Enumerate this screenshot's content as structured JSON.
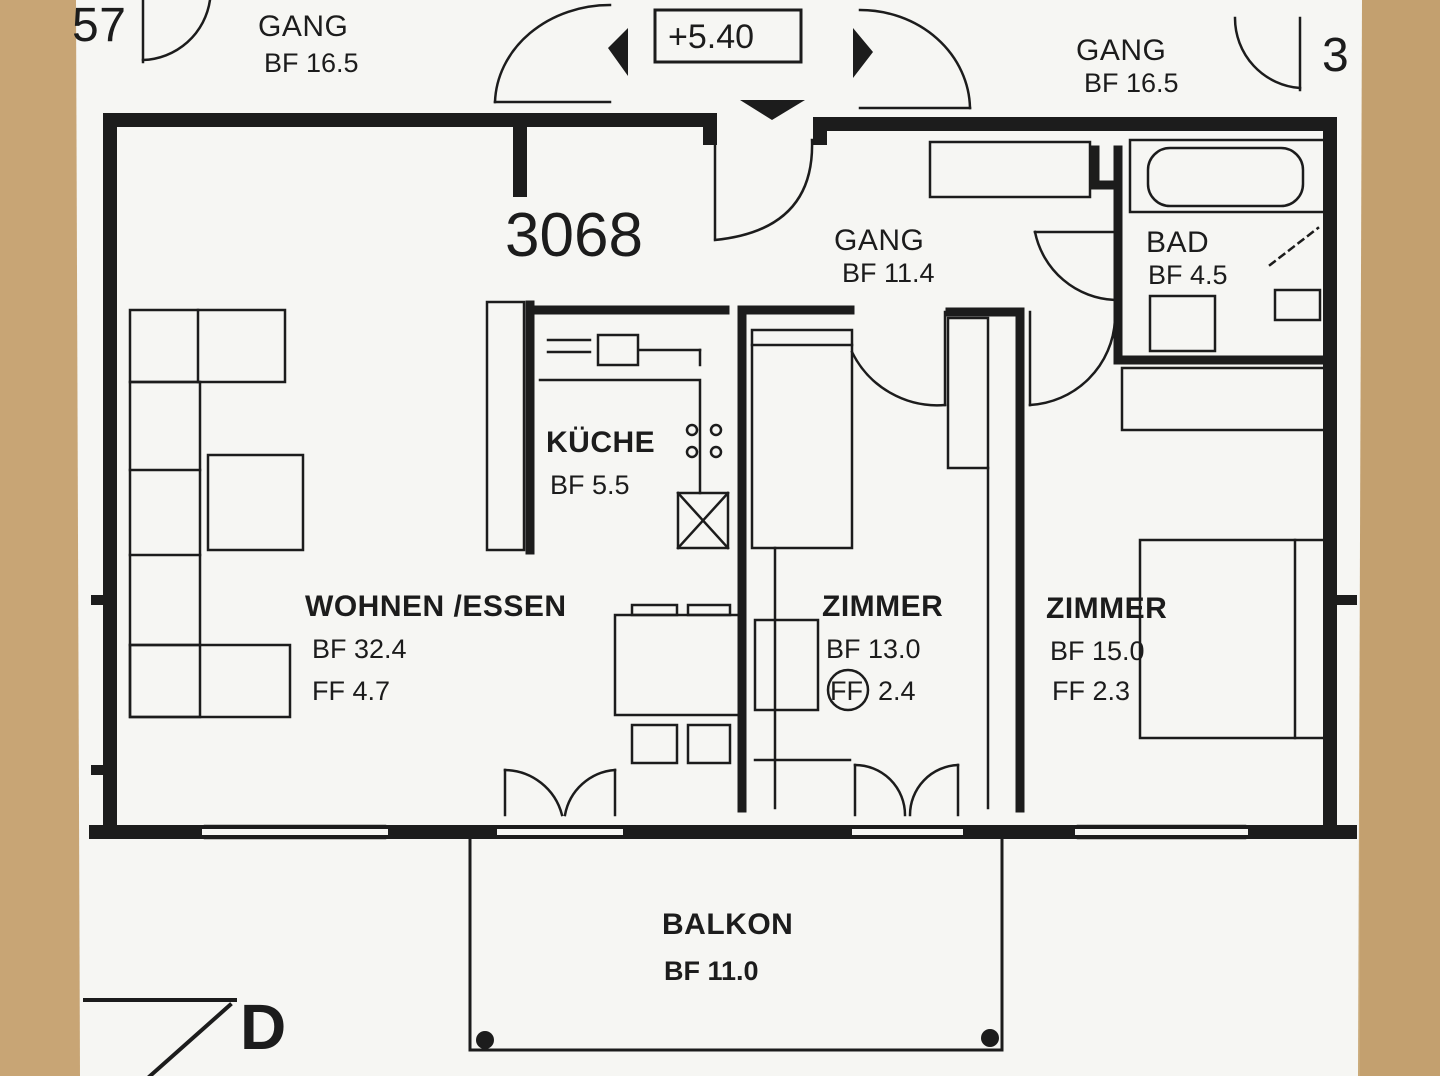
{
  "level_marker": "+5.40",
  "unit_number": "3068",
  "corner_left": "57",
  "corner_right": "3",
  "corner_letter": "D",
  "rooms": {
    "gang_top_left": {
      "name": "GANG",
      "bf": "BF 16.5"
    },
    "gang_top_right": {
      "name": "GANG",
      "bf": "BF 16.5"
    },
    "gang_inner": {
      "name": "GANG",
      "bf": "BF 11.4"
    },
    "bad": {
      "name": "BAD",
      "bf": "BF 4.5"
    },
    "kueche": {
      "name": "KÜCHE",
      "bf": "BF 5.5"
    },
    "wohnen": {
      "name": "WOHNEN /ESSEN",
      "bf": "BF 32.4",
      "ff": "FF 4.7"
    },
    "zimmer1": {
      "name": "ZIMMER",
      "bf": "BF 13.0",
      "ff_tag": "FF",
      "ff_val": "2.4"
    },
    "zimmer2": {
      "name": "ZIMMER",
      "bf": "BF 15.0",
      "ff": "FF 2.3"
    },
    "balkon": {
      "name": "BALKON",
      "bf": "BF 11.0"
    }
  },
  "colors": {
    "wood_background": "#c9a978",
    "paper": "#f6f6f3",
    "ink": "#1c1c1c"
  }
}
